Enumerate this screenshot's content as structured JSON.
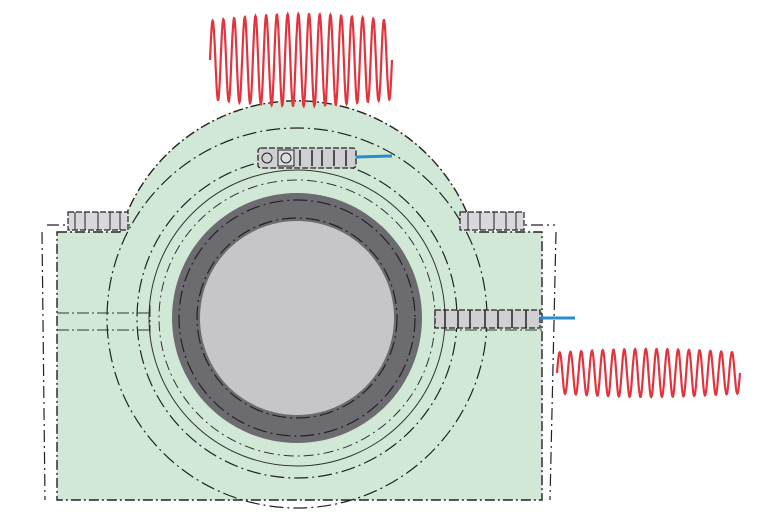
{
  "colors": {
    "housing_fill": "#d2e8d6",
    "outer_ring": "#6c6c70",
    "bore": "#c6c6ca",
    "vibration_wave": "#e3343e",
    "sensor_cable": "#2a8ccc",
    "outline": "#222222"
  },
  "elements": {
    "vibration_signals": [
      "vertical-vibration-signal",
      "horizontal-vibration-signal"
    ],
    "sensors": [
      "top-sensor",
      "side-sensor"
    ]
  }
}
